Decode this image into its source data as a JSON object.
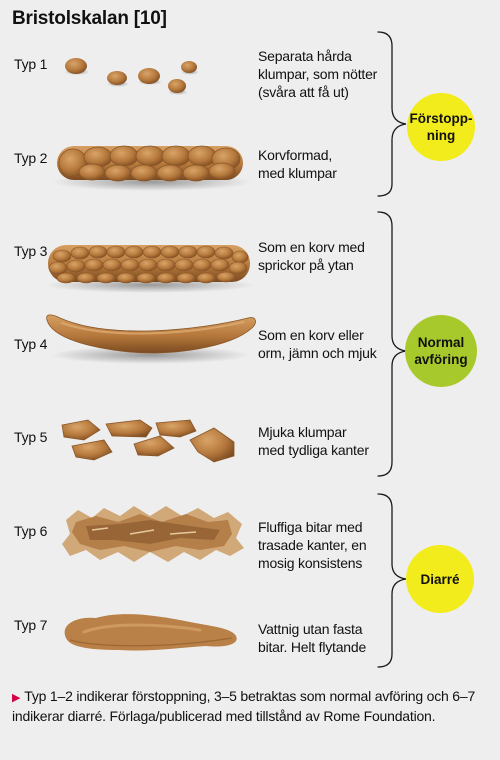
{
  "title": "Bristolskalan [10]",
  "types": [
    {
      "label": "Typ 1",
      "description_lines": [
        "Separata hårda",
        "klumpar, som nötter",
        "(svåra att få ut)"
      ]
    },
    {
      "label": "Typ 2",
      "description_lines": [
        "Korvformad,",
        "med klumpar"
      ]
    },
    {
      "label": "Typ 3",
      "description_lines": [
        "Som en korv med",
        "sprickor på ytan"
      ]
    },
    {
      "label": "Typ 4",
      "description_lines": [
        "Som en korv eller",
        "orm, jämn och mjuk"
      ]
    },
    {
      "label": "Typ 5",
      "description_lines": [
        "Mjuka klumpar",
        "med tydliga kanter"
      ]
    },
    {
      "label": "Typ 6",
      "description_lines": [
        "Fluffiga bitar med",
        "trasade kanter, en",
        "mosig konsistens"
      ]
    },
    {
      "label": "Typ 7",
      "description_lines": [
        "Vattnig utan fasta",
        "bitar. Helt flytande"
      ]
    }
  ],
  "categories": [
    {
      "label_lines": [
        "Förstopp-",
        "ning"
      ],
      "color": "#f3ec1d"
    },
    {
      "label_lines": [
        "Normal",
        "avföring"
      ],
      "color": "#a8c92b"
    },
    {
      "label_lines": [
        "Diarré"
      ],
      "color": "#f3ec1d"
    }
  ],
  "footnote": {
    "marker": "▶",
    "text": "Typ 1–2 indikerar förstoppning, 3–5 betraktas som normal avföring och 6–7 indikerar diarré. Förlaga/publicerad med tillstånd av Rome Foundation."
  },
  "colors": {
    "stool": "#b5783c",
    "stool_dark": "#8a5628",
    "stool_light": "#cf9a5e",
    "marker": "#d4004a"
  }
}
